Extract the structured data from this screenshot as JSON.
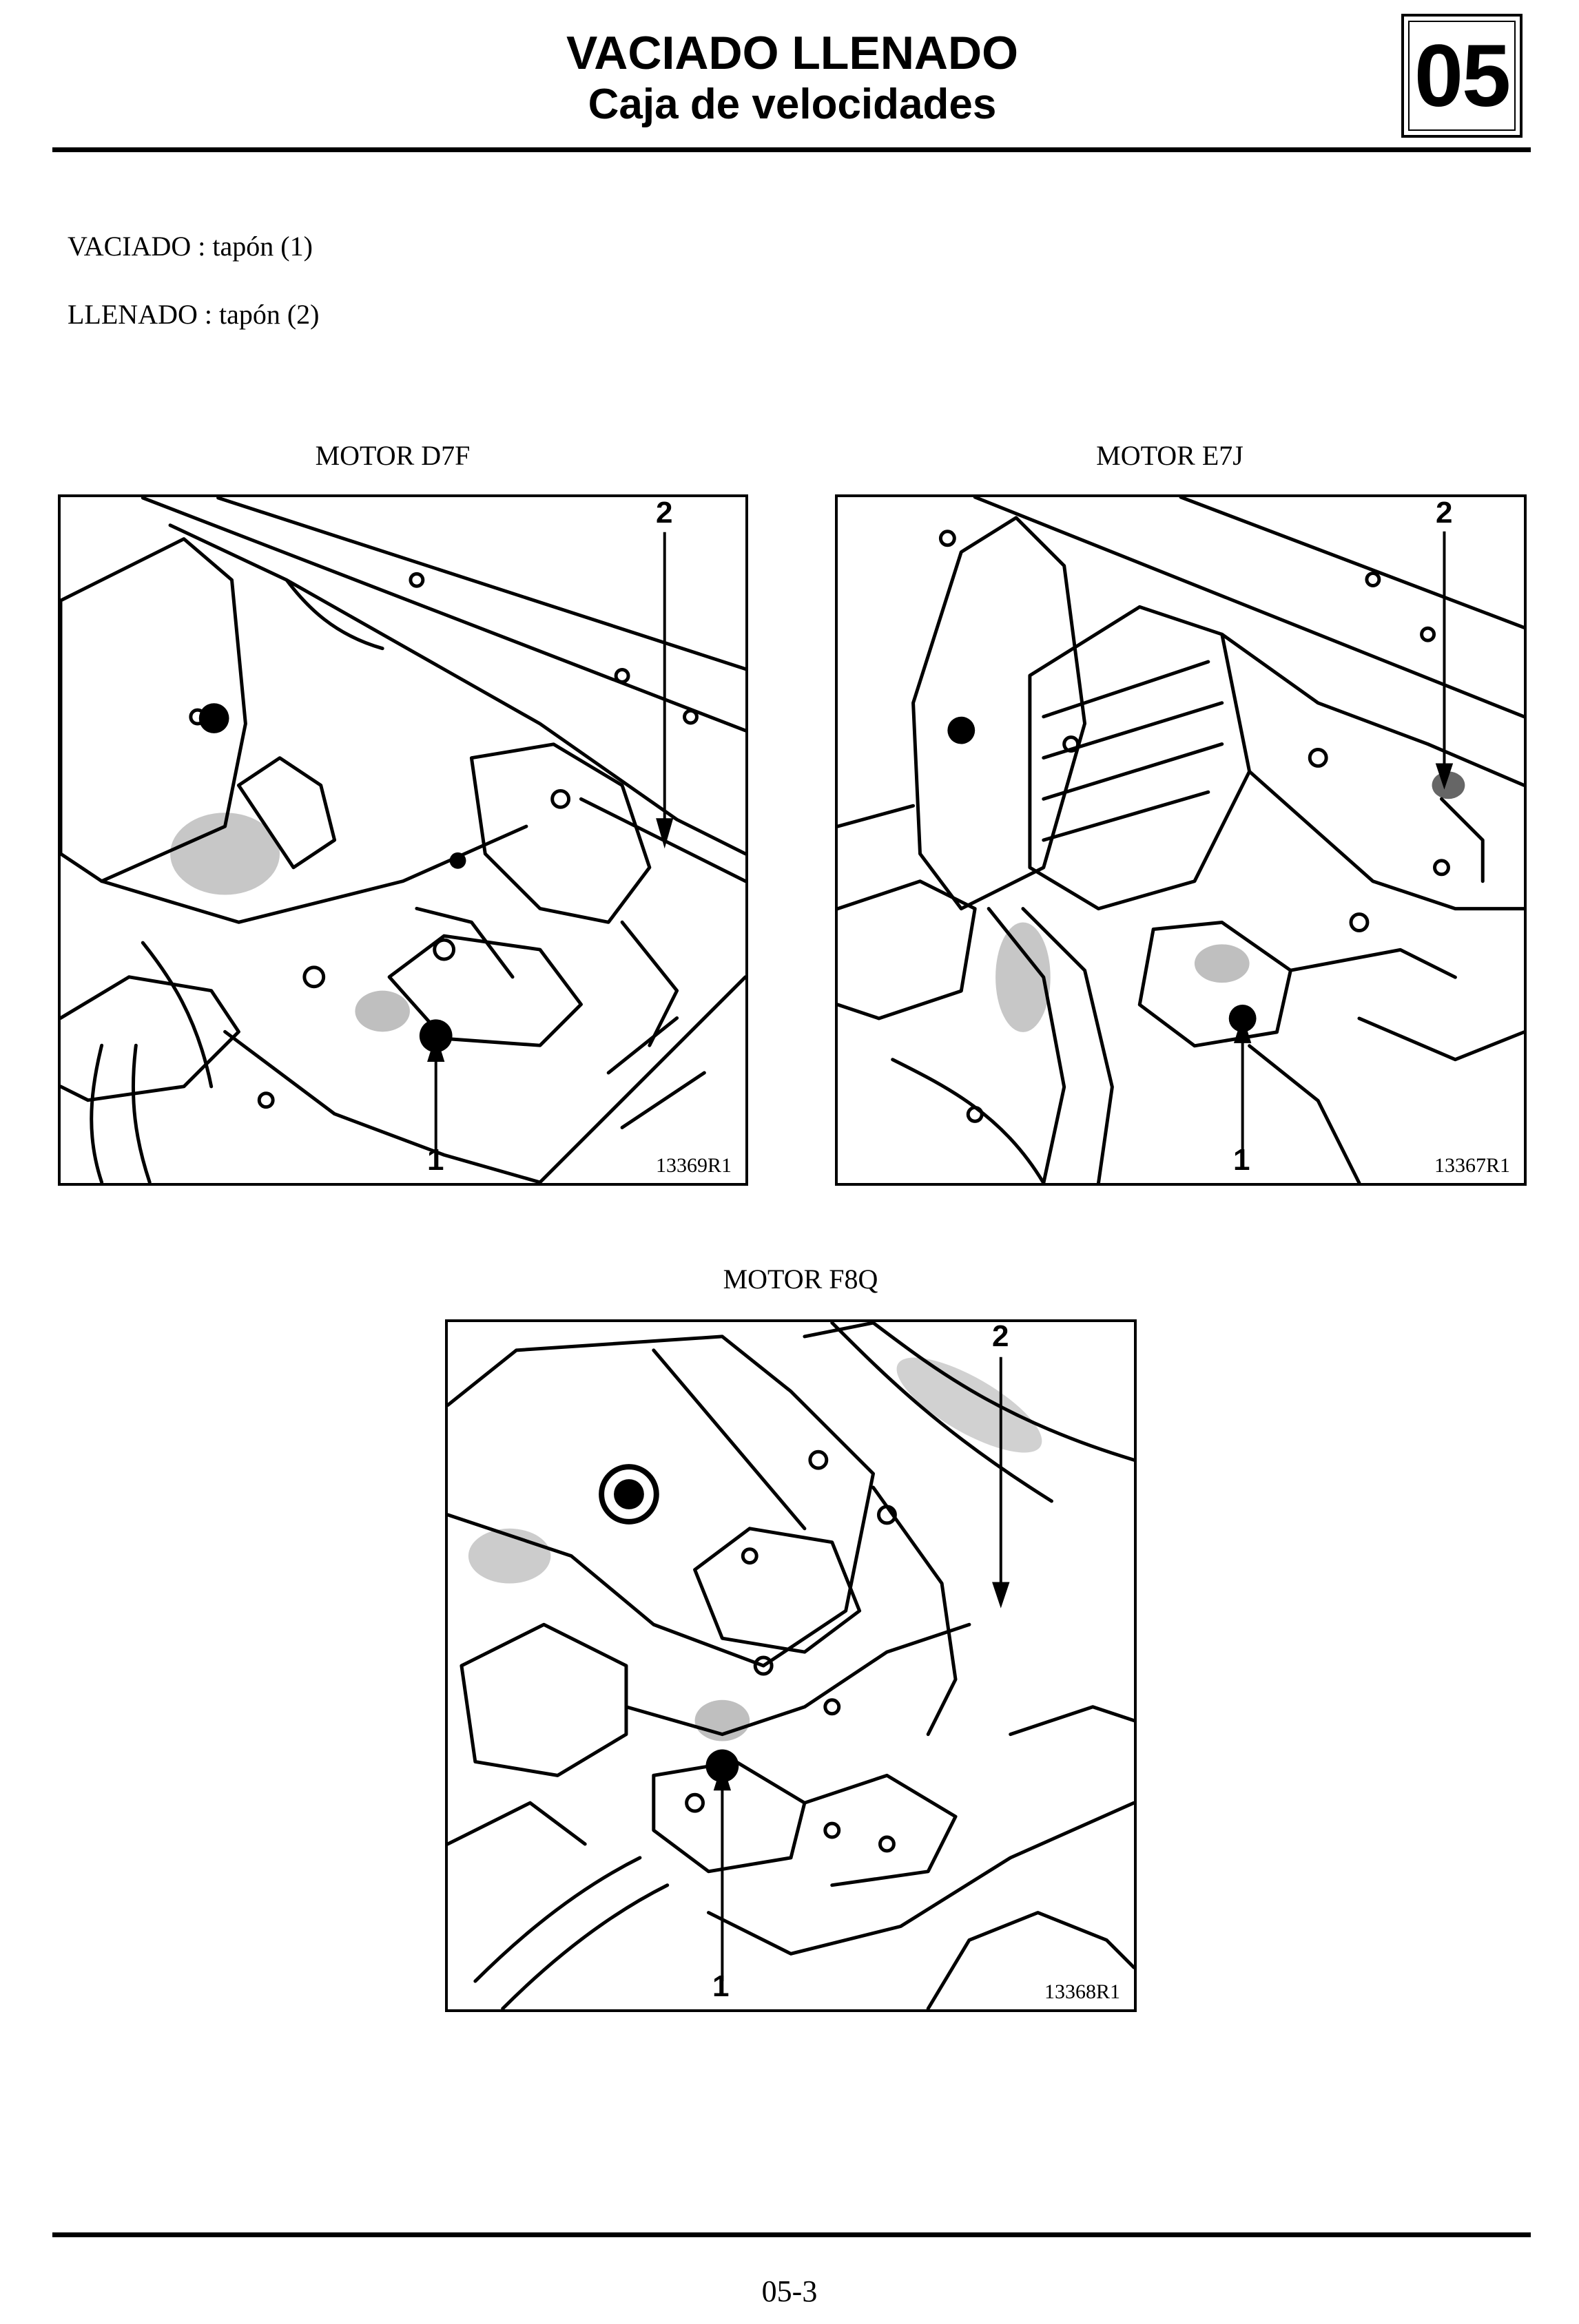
{
  "header": {
    "title": "VACIADO LLENADO",
    "subtitle": "Caja de velocidades",
    "section_number": "05"
  },
  "instructions": {
    "drain": "VACIADO : tapón (1)",
    "fill": "LLENADO : tapón (2)"
  },
  "figures": [
    {
      "engine": "MOTOR D7F",
      "ref": "13369R1",
      "callout_fill": "2",
      "callout_drain": "1"
    },
    {
      "engine": "MOTOR E7J",
      "ref": "13367R1",
      "callout_fill": "2",
      "callout_drain": "1"
    },
    {
      "engine": "MOTOR F8Q",
      "ref": "13368R1",
      "callout_fill": "2",
      "callout_drain": "1"
    }
  ],
  "footer": {
    "page_number": "05-3"
  }
}
